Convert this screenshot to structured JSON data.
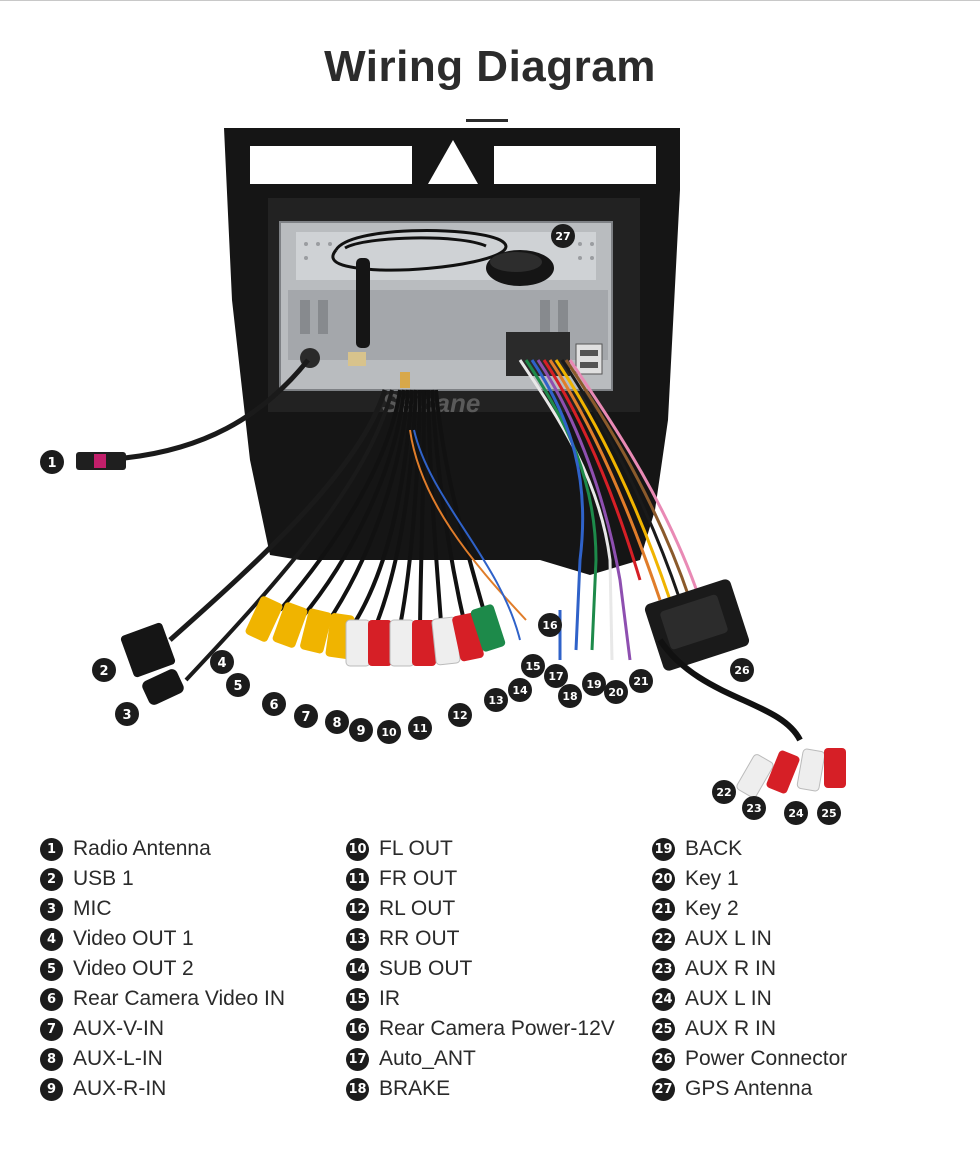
{
  "title": "Wiring Diagram",
  "watermark": "Seicane",
  "callouts": [
    "1",
    "2",
    "3",
    "4",
    "5",
    "6",
    "7",
    "8",
    "9",
    "10",
    "11",
    "12",
    "13",
    "14",
    "15",
    "16",
    "17",
    "18",
    "19",
    "20",
    "21",
    "22",
    "23",
    "24",
    "25",
    "26",
    "27"
  ],
  "legend": {
    "col1": [
      {
        "num": "1",
        "label": "Radio Antenna"
      },
      {
        "num": "2",
        "label": "USB 1"
      },
      {
        "num": "3",
        "label": "MIC"
      },
      {
        "num": "4",
        "label": "Video OUT 1"
      },
      {
        "num": "5",
        "label": "Video OUT 2"
      },
      {
        "num": "6",
        "label": "Rear Camera Video IN"
      },
      {
        "num": "7",
        "label": "AUX-V-IN"
      },
      {
        "num": "8",
        "label": "AUX-L-IN"
      },
      {
        "num": "9",
        "label": "AUX-R-IN"
      }
    ],
    "col2": [
      {
        "num": "10",
        "label": "FL OUT"
      },
      {
        "num": "11",
        "label": "FR OUT"
      },
      {
        "num": "12",
        "label": "RL OUT"
      },
      {
        "num": "13",
        "label": "RR OUT"
      },
      {
        "num": "14",
        "label": "SUB OUT"
      },
      {
        "num": "15",
        "label": "IR"
      },
      {
        "num": "16",
        "label": "Rear Camera Power-12V"
      },
      {
        "num": "17",
        "label": "Auto_ANT"
      },
      {
        "num": "18",
        "label": "BRAKE"
      }
    ],
    "col3": [
      {
        "num": "19",
        "label": "BACK"
      },
      {
        "num": "20",
        "label": "Key 1"
      },
      {
        "num": "21",
        "label": "Key 2"
      },
      {
        "num": "22",
        "label": "AUX L IN"
      },
      {
        "num": "23",
        "label": "AUX R IN"
      },
      {
        "num": "24",
        "label": "AUX L IN"
      },
      {
        "num": "25",
        "label": "AUX R IN"
      },
      {
        "num": "26",
        "label": "Power Connector"
      },
      {
        "num": "27",
        "label": "GPS Antenna"
      }
    ]
  }
}
